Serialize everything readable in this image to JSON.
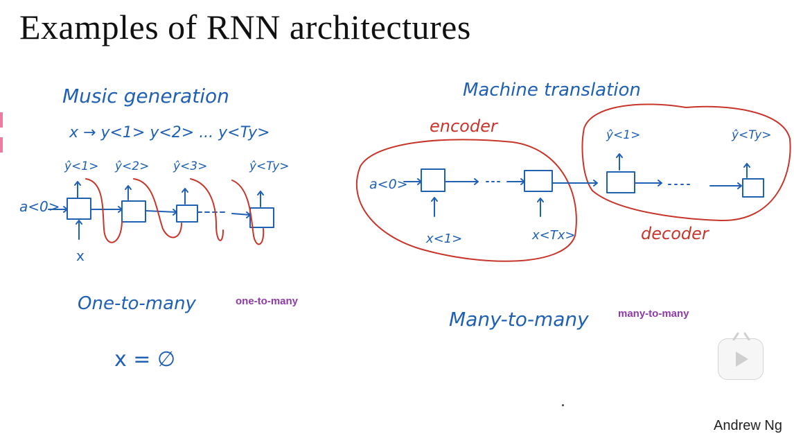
{
  "slide": {
    "title": "Examples of RNN architectures",
    "author": "Andrew Ng"
  },
  "left_panel": {
    "heading": "Music generation",
    "mapping": "x → y<1> y<2> ... y<Ty>",
    "input_state": "a<0>",
    "input_x": "x",
    "outputs": [
      "ŷ<1>",
      "ŷ<2>",
      "ŷ<3>",
      "ŷ<Ty>"
    ],
    "handwritten_label": "One-to-many",
    "caption": "one-to-many",
    "equation": "x = ∅"
  },
  "right_panel": {
    "heading": "Machine translation",
    "encoder_label": "encoder",
    "decoder_label": "decoder",
    "input_state": "a<0>",
    "inputs": [
      "x<1>",
      "x<Tx>"
    ],
    "outputs": [
      "ŷ<1>",
      "ŷ<Ty>"
    ],
    "handwritten_label": "Many-to-many",
    "caption": "many-to-many"
  },
  "colors": {
    "ink_blue": "#1f5fb4",
    "ink_red": "#c8352b",
    "caption_purple": "#8e3ba8"
  },
  "icons": [
    "play-icon"
  ]
}
